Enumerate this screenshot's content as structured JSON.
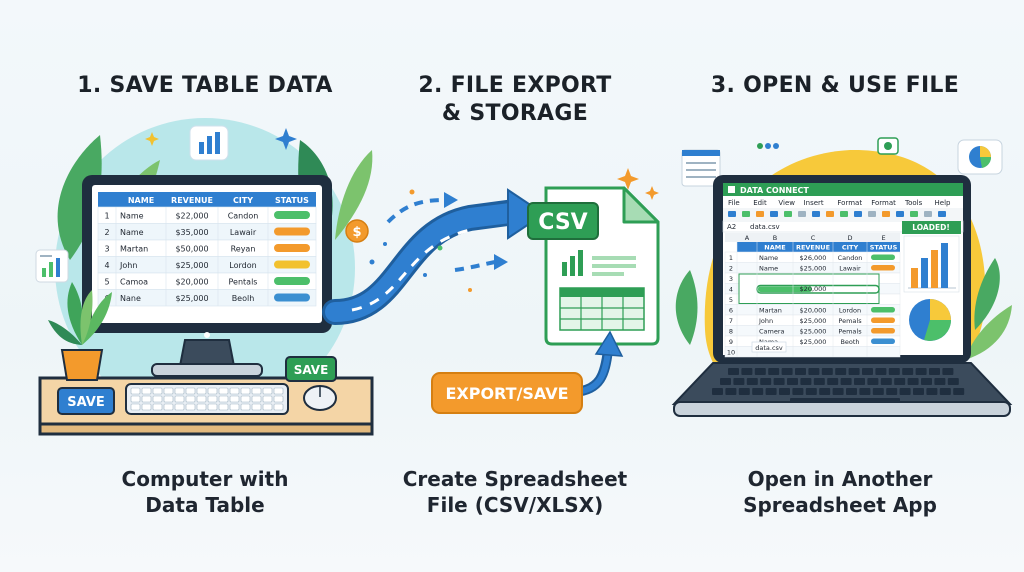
{
  "steps": [
    {
      "title": "1. SAVE TABLE DATA",
      "caption_lines": [
        "Computer with",
        "Data Table"
      ]
    },
    {
      "title_lines": [
        "2. FILE EXPORT",
        "& STORAGE"
      ],
      "caption_lines": [
        "Create Spreadsheet",
        "File (CSV/XLSX)"
      ]
    },
    {
      "title": "3. OPEN & USE FILE",
      "caption_lines": [
        "Open in Another",
        "Spreadsheet App"
      ]
    }
  ],
  "monitor_table": {
    "headers": [
      "NAME",
      "REVENUE",
      "CITY",
      "STATUS"
    ],
    "rows": [
      {
        "n": "1",
        "name": "Name",
        "revenue": "$22,000",
        "city": "Candon",
        "status_color": "#4cbf6a"
      },
      {
        "n": "2",
        "name": "Name",
        "revenue": "$35,000",
        "city": "Lawair",
        "status_color": "#f39a2c"
      },
      {
        "n": "3",
        "name": "Martan",
        "revenue": "$50,000",
        "city": "Reyan",
        "status_color": "#f39a2c"
      },
      {
        "n": "4",
        "name": "John",
        "revenue": "$25,000",
        "city": "Lordon",
        "status_color": "#f2c12e"
      },
      {
        "n": "5",
        "name": "Camoa",
        "revenue": "$20,000",
        "city": "Pentals",
        "status_color": "#4cbf6a"
      },
      {
        "n": "6",
        "name": "Nane",
        "revenue": "$25,000",
        "city": "Beolh",
        "status_color": "#3b8fd1"
      }
    ]
  },
  "save_labels": {
    "left": "SAVE",
    "right": "SAVE"
  },
  "dollar_symbol": "$",
  "csv_label": "CSV",
  "export_button": "EXPORT/SAVE",
  "laptop": {
    "app_title": "DATA CONNECT",
    "menu": [
      "File",
      "Edit",
      "View",
      "Insert",
      "Format",
      "Format",
      "Tools",
      "Help"
    ],
    "cell_ref": "A2",
    "formula_value": "data.csv",
    "col_letters": [
      "A",
      "B",
      "C",
      "D",
      "E"
    ],
    "headers": [
      "NAME",
      "REVENUE",
      "CITY",
      "STATUS"
    ],
    "rows": [
      {
        "n": "1",
        "name": "Name",
        "revenue": "$26,000",
        "city": "Candon",
        "bar": "#4cbf6a"
      },
      {
        "n": "2",
        "name": "Name",
        "revenue": "$25,000",
        "city": "Lawair",
        "bar": "#f39a2c"
      },
      {
        "n": "3",
        "name": "",
        "revenue": "",
        "city": "",
        "bar": ""
      },
      {
        "n": "4",
        "name": "",
        "revenue": "",
        "city": "",
        "bar": ""
      },
      {
        "n": "5",
        "name": "",
        "revenue": "",
        "city": "",
        "bar": ""
      },
      {
        "n": "6",
        "name": "Martan",
        "revenue": "$20,000",
        "city": "Lordon",
        "bar": "#4cbf6a"
      },
      {
        "n": "7",
        "name": "John",
        "revenue": "$25,000",
        "city": "Pemals",
        "bar": "#f39a2c"
      },
      {
        "n": "8",
        "name": "Camera",
        "revenue": "$25,000",
        "city": "Pemals",
        "bar": "#f39a2c"
      },
      {
        "n": "9",
        "name": "Nama",
        "revenue": "$25,000",
        "city": "Beoth",
        "bar": "#3b8fd1"
      },
      {
        "n": "10",
        "name": "",
        "revenue": "",
        "city": "",
        "bar": ""
      }
    ],
    "progress_value": "$20,000",
    "progress_fraction": 0.45,
    "loaded_label": "LOADED!",
    "sheet_tab": "data.csv"
  },
  "colors": {
    "blue": "#2f7fd0",
    "green": "#2e9e55",
    "orange": "#f39a2c",
    "yellow": "#f7c93a",
    "teal": "#5bc4c9",
    "dark": "#1f2e3f"
  }
}
